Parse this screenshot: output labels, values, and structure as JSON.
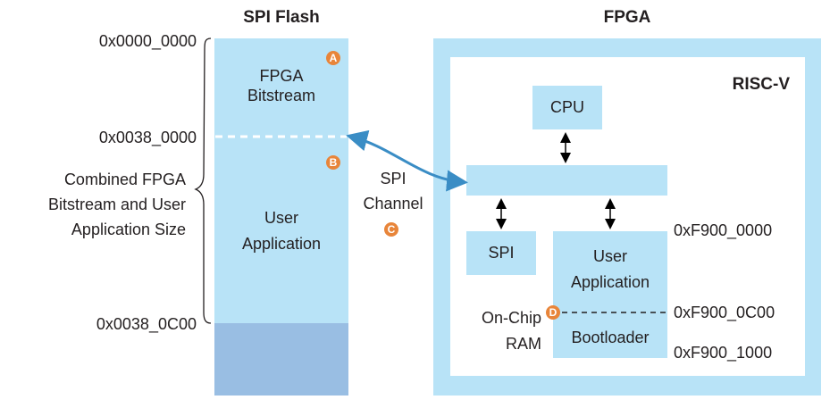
{
  "spi_flash": {
    "title": "SPI Flash",
    "regions": [
      {
        "label_line1": "FPGA",
        "label_line2": "Bitstream",
        "badge": "A"
      },
      {
        "label_line1": "User",
        "label_line2": "Application",
        "badge": "B"
      }
    ],
    "addresses": [
      "0x0000_0000",
      "0x0038_0000",
      "0x0038_0C00"
    ],
    "brace_label": [
      "Combined FPGA",
      "Bitstream and User",
      "Application Size"
    ],
    "colors": {
      "region": "#b8e3f7",
      "unused": "#99bee3"
    }
  },
  "channel": {
    "label_line1": "SPI",
    "label_line2": "Channel",
    "badge": "C",
    "arrow_color": "#3a8dc5"
  },
  "fpga": {
    "title": "FPGA",
    "subsystem_title": "RISC-V",
    "cpu_label": "CPU",
    "spi_label": "SPI",
    "ram": {
      "user_app_line1": "User",
      "user_app_line2": "Application",
      "bootloader": "Bootloader",
      "side_label_line1": "On-Chip",
      "side_label_line2": "RAM",
      "badge": "D"
    },
    "addresses": [
      "0xF900_0000",
      "0xF900_0C00",
      "0xF900_1000"
    ]
  },
  "badge_color": "#e8853a"
}
